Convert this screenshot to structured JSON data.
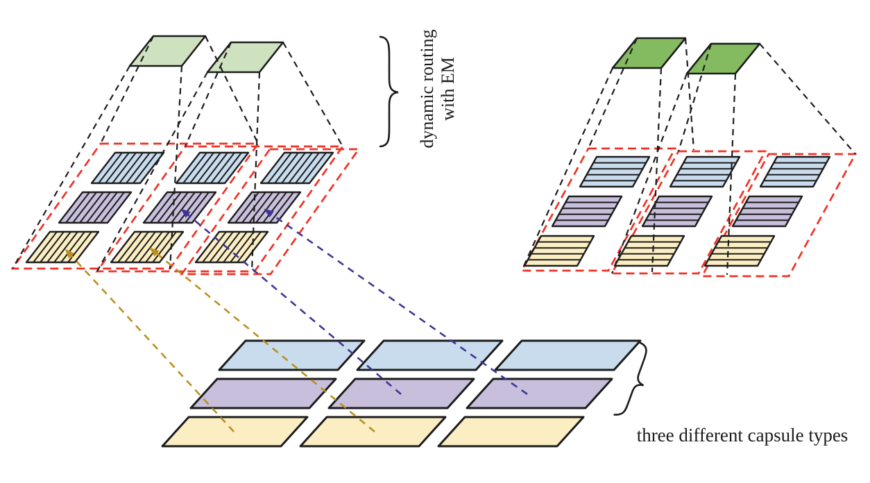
{
  "figure": {
    "type": "capsule-network-routing-diagram",
    "grid_rows": 3,
    "grid_columns": 3,
    "output_capsules_per_diagram": 2,
    "capsule_types": [
      "blue",
      "purple",
      "yellow"
    ]
  },
  "labels": {
    "routing_line1": "dynamic routing",
    "routing_line2": "with EM",
    "capsule_types": "three different capsule types"
  },
  "colors": {
    "light_green": "#cfe2c0",
    "dark_green": "#84bb60",
    "blue": "#c8dcee",
    "purple": "#c7bfdb",
    "yellow": "#fbeec3",
    "red": "#ee3125",
    "black": "#1c1c1c",
    "gold": "#b8901f",
    "navy": "#3f3596"
  }
}
